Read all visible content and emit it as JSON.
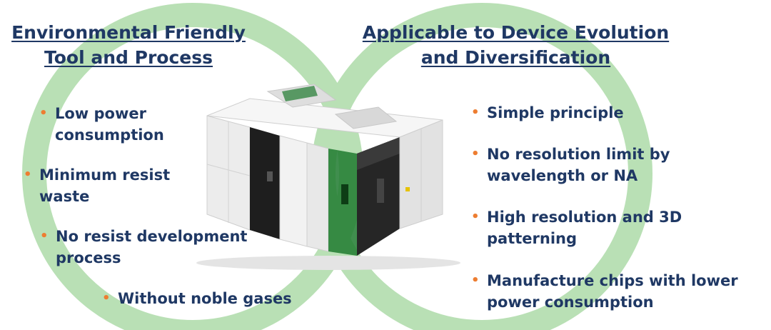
{
  "colors": {
    "ring": "#b9e0b5",
    "text": "#1f3864",
    "bullet_dot": "#ed7d31",
    "tool_dark": "#1e1e1e",
    "tool_light": "#ececec",
    "tool_green": "#1f7a2f"
  },
  "left": {
    "title_line1": "Environmental Friendly",
    "title_line2": "Tool and Process",
    "bullets": [
      {
        "dot": "•",
        "text": "Low power\nconsumption"
      },
      {
        "dot": "•",
        "text": "Minimum resist\nwaste"
      },
      {
        "dot": "•",
        "text": "No resist development\nprocess"
      },
      {
        "dot": "•",
        "text": "Without noble gases"
      }
    ]
  },
  "right": {
    "title_line1": "Applicable to Device Evolution",
    "title_line2": "and Diversification",
    "bullets": [
      {
        "dot": "•",
        "text": "Simple principle"
      },
      {
        "dot": "•",
        "text": "No resolution limit by\nwavelength or NA"
      },
      {
        "dot": "•",
        "text": "High resolution and 3D\npatterning"
      },
      {
        "dot": "•",
        "text": "Manufacture chips with lower\npower consumption"
      }
    ]
  }
}
